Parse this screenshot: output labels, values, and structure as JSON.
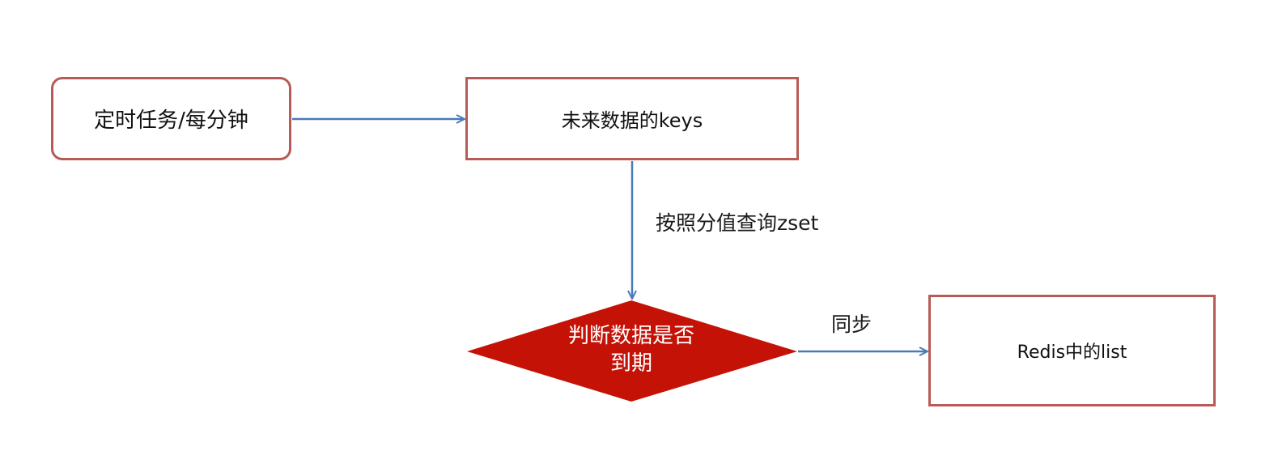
{
  "nodes": {
    "timer": "定时任务/每分钟",
    "future_keys": "未来数据的keys",
    "decision_line1": "判断数据是否",
    "decision_line2": "到期",
    "redis_list": "Redis中的list"
  },
  "edges": {
    "query_label": "按照分值查询zset",
    "sync_label": "同步"
  },
  "colors": {
    "box_border": "#b85a55",
    "decision_fill": "#c41207",
    "arrow": "#4a7ab8"
  }
}
